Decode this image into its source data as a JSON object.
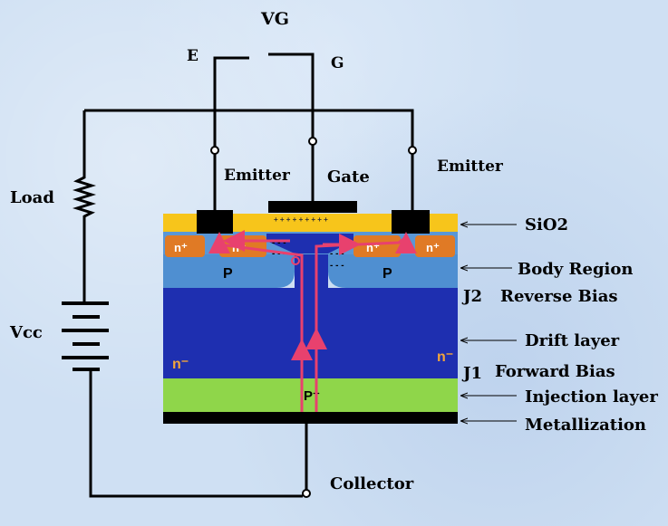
{
  "circuit": {
    "vg": "VG",
    "e": "E",
    "g": "G",
    "load": "Load",
    "vcc": "Vcc",
    "collector": "Collector",
    "emitter_left": "Emitter",
    "emitter_right": "Emitter",
    "gate": "Gate"
  },
  "device": {
    "n_plus_1": "n⁺",
    "n_plus_2": "n⁺",
    "n_plus_3": "n⁺",
    "n_plus_4": "n⁺",
    "p_left": "P",
    "p_right": "P",
    "n_minus_left": "n⁻",
    "n_minus_right": "n⁻",
    "p_plus": "P⁺",
    "channel_charges": "+ + + + + + + + +",
    "electrons": "- - -"
  },
  "annotations": {
    "sio2": "SiO2",
    "body_region": "Body Region",
    "j2": "J2",
    "reverse_bias": "Reverse Bias",
    "drift_layer": "Drift layer",
    "j1": "J1",
    "forward_bias": "Forward Bias",
    "injection_layer": "Injection layer",
    "metallization": "Metallization"
  },
  "colors": {
    "oxide": "#f7c51b",
    "n_plus": "#e07a25",
    "p_body": "#4f8fd1",
    "drift": "#1e2fb0",
    "injection": "#8fd64a",
    "metal": "#000000",
    "current": "#e8416e"
  }
}
